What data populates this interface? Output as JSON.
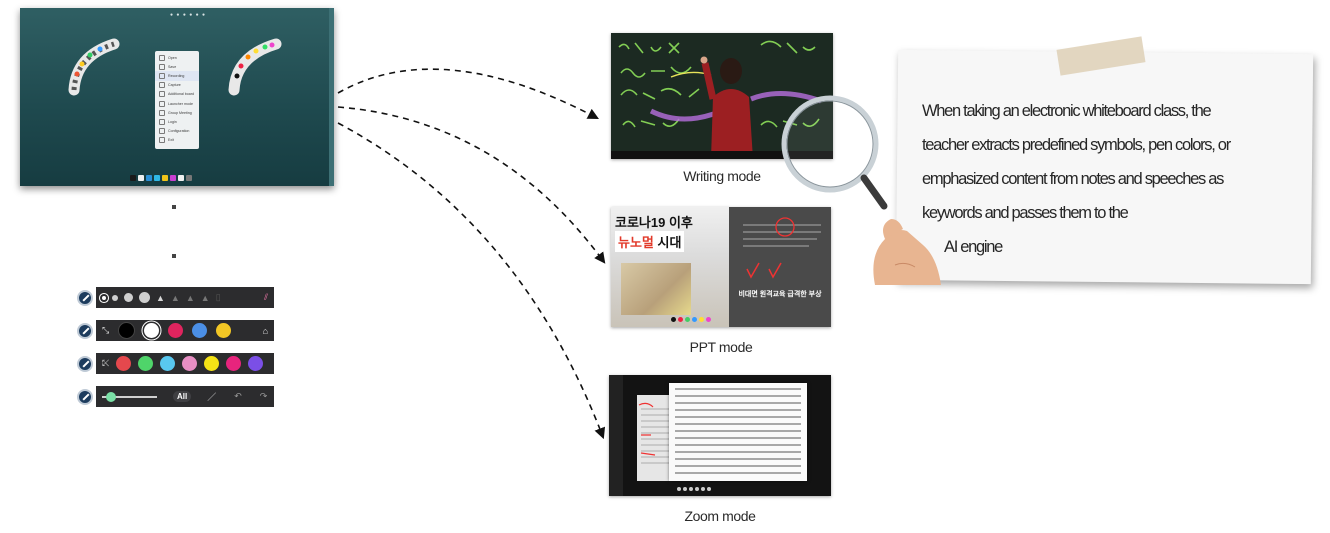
{
  "desktop": {
    "menu_items": [
      "Open",
      "Save",
      "Recording",
      "Capture",
      "Additional board",
      "Launcher mode",
      "Group Meeting",
      "Login",
      "Configuration",
      "Exit"
    ],
    "dock_colors": [
      "#1a1a1a",
      "#f0f0f0",
      "#2b8fd6",
      "#2fb8e6",
      "#f0c419",
      "#c93fd2",
      "#f0f0f0",
      "#777777"
    ]
  },
  "toolbars": {
    "row1": {
      "icon": "pen-size-icon",
      "thickness_dots": 4,
      "pen_tips": 5
    },
    "row2": {
      "icon": "palette-icon",
      "colors": [
        "#000000",
        "#ffffff",
        "#e0245e",
        "#4b8fe6",
        "#f3c725"
      ]
    },
    "row3": {
      "icon": "palette-icon",
      "colors": [
        "#e5484d",
        "#4fd46a",
        "#59c8f0",
        "#e88fc4",
        "#f5e316",
        "#e7247d",
        "#7b4fe6"
      ]
    },
    "row4": {
      "icon": "eraser-icon",
      "all_label": "All",
      "slider_value": 0.1
    }
  },
  "modes": {
    "writing": {
      "caption": "Writing mode"
    },
    "ppt": {
      "caption": "PPT mode",
      "slide_line1": "코로나19 이후",
      "slide_line2a": "뉴노멀",
      "slide_line2b": " 시대",
      "slide_sub": "비대면 원격교육 급격한 부상"
    },
    "zoom": {
      "caption": "Zoom mode"
    }
  },
  "note": {
    "lines": [
      "When taking an electronic whiteboard class, the",
      "teacher extracts predefined symbols, pen colors, or",
      "emphasized content from notes and speeches as",
      "keywords and passes them to the",
      "AI engine"
    ]
  },
  "colors": {
    "desktop_bg": "#21484d",
    "toolbar_bg": "#2c2c2e",
    "note_bg": "#f7f7f7",
    "magnifier_ring": "#c9d1d6"
  }
}
